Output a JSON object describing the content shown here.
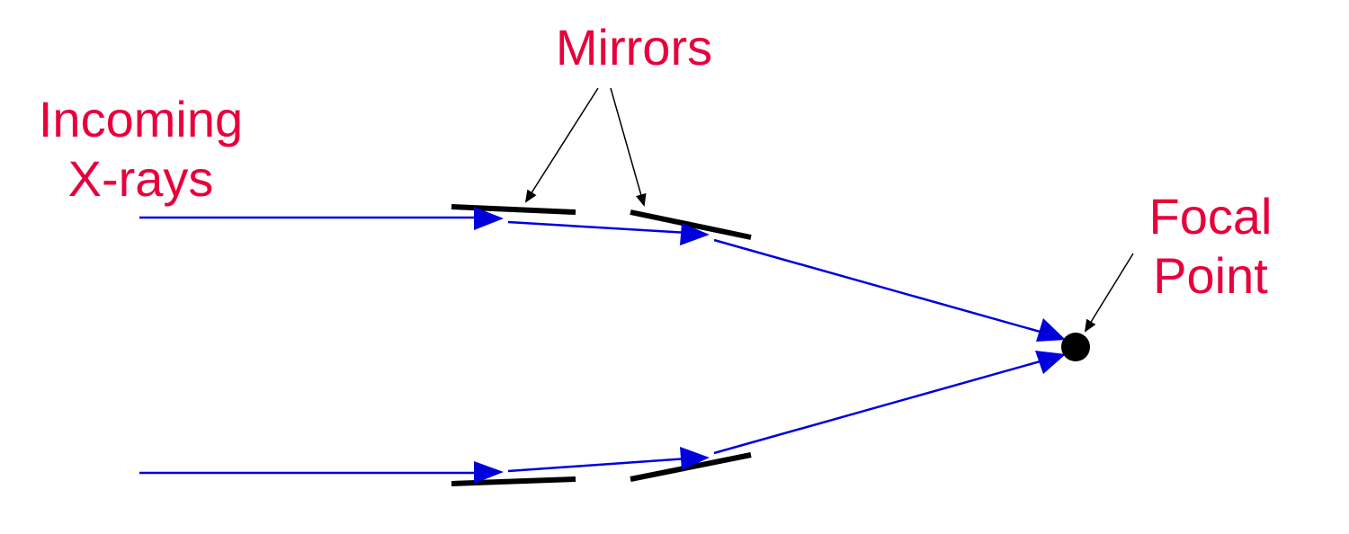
{
  "labels": {
    "incoming_line1": "Incoming",
    "incoming_line2": "X-rays",
    "mirrors": "Mirrors",
    "focal_line1": "Focal",
    "focal_line2": "Point"
  },
  "colors": {
    "label": "#e8003c",
    "ray": "#0000dd",
    "mirror": "#000000",
    "pointer": "#000000",
    "focal_point": "#000000",
    "background": "#ffffff"
  }
}
